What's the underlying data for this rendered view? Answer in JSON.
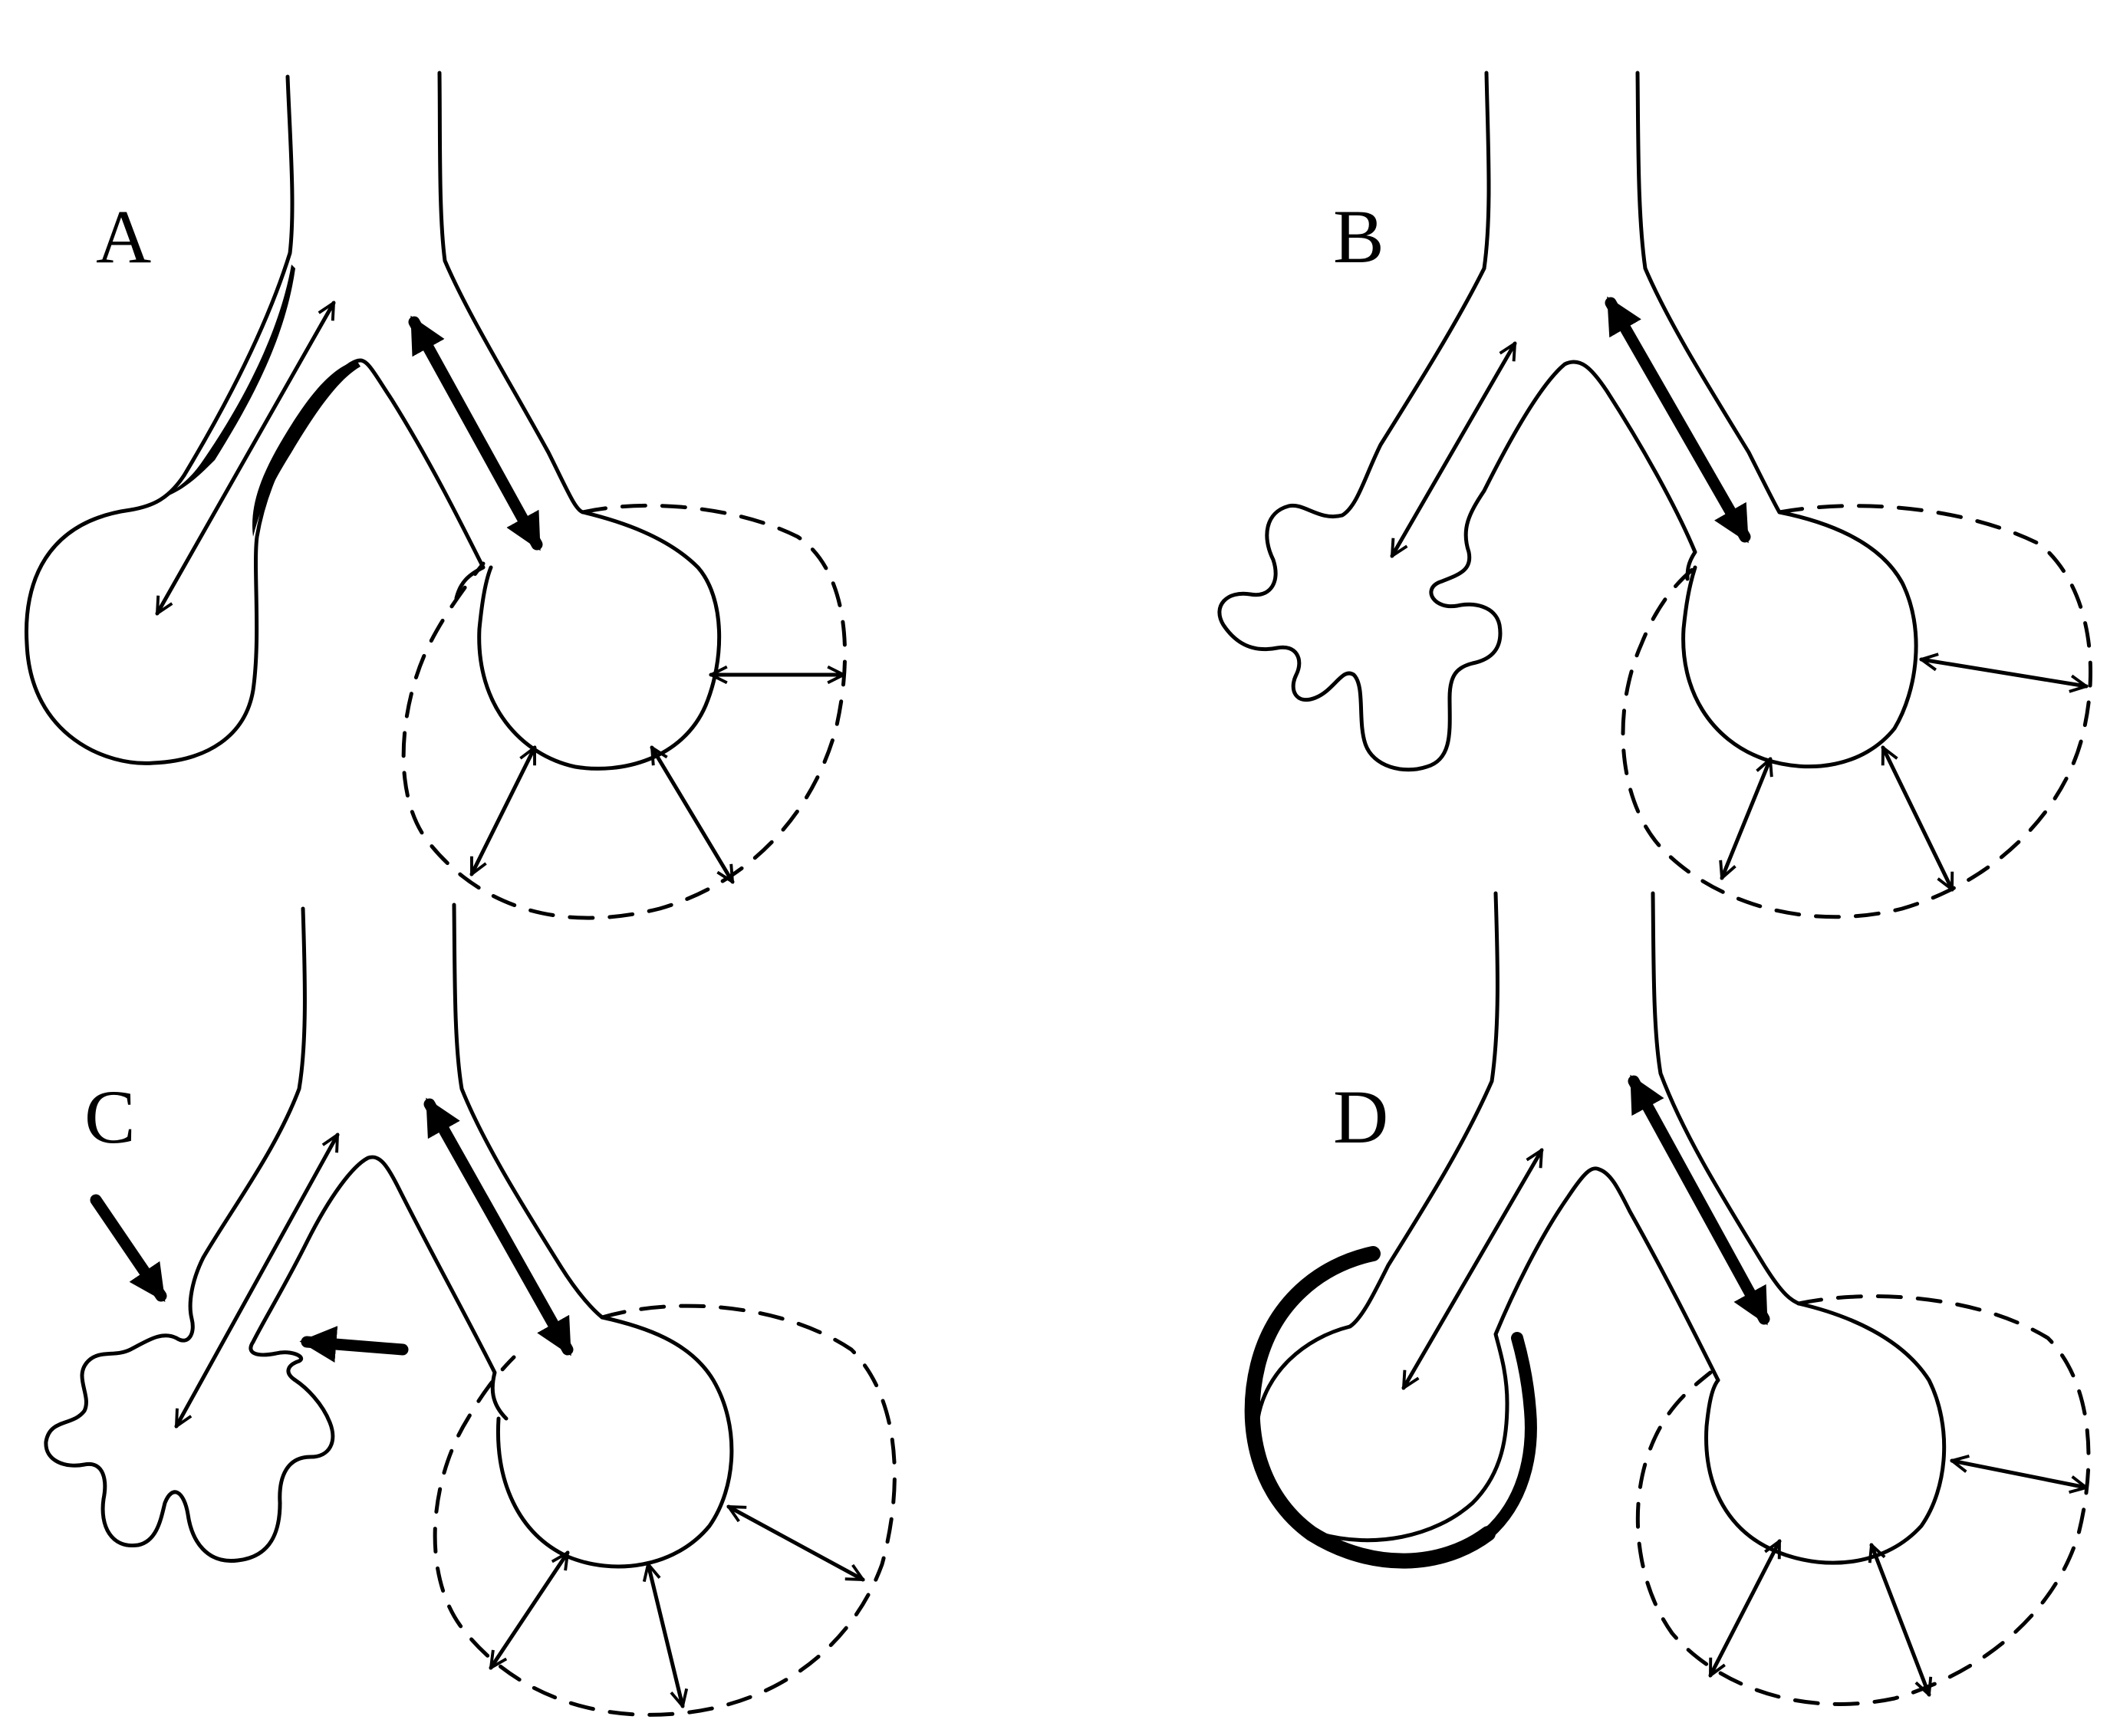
{
  "panels": [
    {
      "id": "A",
      "label": "A",
      "left_state": "normal",
      "left_airway": "obstructed"
    },
    {
      "id": "B",
      "label": "B",
      "left_state": "collapsed"
    },
    {
      "id": "C",
      "label": "C",
      "left_state": "compressed"
    },
    {
      "id": "D",
      "label": "D",
      "left_state": "restricted"
    }
  ],
  "colors": {
    "ink": "#000000",
    "background": "#ffffff"
  }
}
